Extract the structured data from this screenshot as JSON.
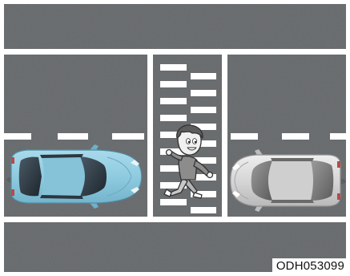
{
  "image_code": "ODH053099",
  "colors": {
    "road": "#6f7274",
    "lane_marking": "#ffffff",
    "car_left_body": "#8fcbe0",
    "car_right_body": "#d9d9d9",
    "pedestrian_shirt": "#8c8c8c"
  },
  "icons": {
    "left_car": "car-top-view",
    "right_car": "car-top-view",
    "pedestrian": "walking-boy"
  }
}
